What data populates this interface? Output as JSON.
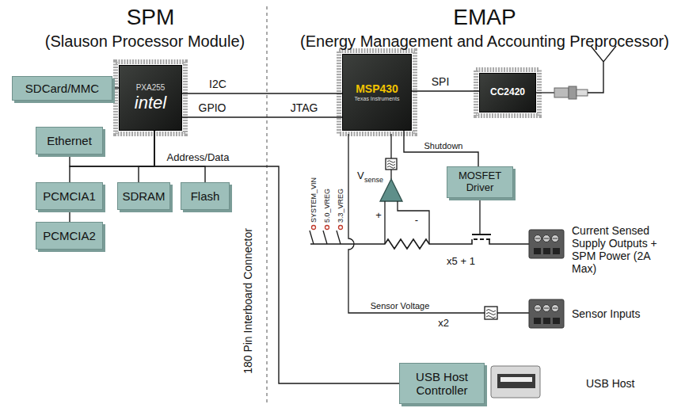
{
  "diagram": {
    "nodes": [
      {
        "text": [
          "SDCard/MMC"
        ]
      },
      {
        "text": [
          "PXA255",
          "intel"
        ]
      },
      {
        "text": [
          "Ethernet"
        ]
      },
      {
        "text": [
          "PCMCIA1"
        ]
      },
      {
        "text": [
          "PCMCIA2"
        ]
      },
      {
        "text": [
          "SDRAM"
        ]
      },
      {
        "text": [
          "Flash"
        ]
      },
      {
        "text": [
          "MSP430",
          "Texas Instruments"
        ]
      },
      {
        "text": [
          "CC2420"
        ]
      },
      {
        "text": [
          "MOSFET Driver"
        ]
      },
      {
        "text": [
          "USB Host Controller"
        ]
      }
    ],
    "edges": [
      {
        "from": 0,
        "to": 1,
        "arrow": "none"
      },
      {
        "from": 1,
        "to": 7,
        "label": "I2C",
        "arrow": "none"
      },
      {
        "from": 1,
        "to": 7,
        "label": "GPIO",
        "arrow": "none"
      },
      {
        "from": 7,
        "to": 8,
        "label": "SPI",
        "arrow": "none"
      },
      {
        "from": 7,
        "to": 9,
        "label": "Shutdown",
        "arrow": "none"
      },
      {
        "from": 1,
        "to": 2,
        "arrow": "none"
      },
      {
        "from": 1,
        "to": 3,
        "arrow": "none"
      },
      {
        "from": 3,
        "to": 4,
        "arrow": "none"
      },
      {
        "from": 1,
        "to": 5,
        "arrow": "none"
      },
      {
        "from": 1,
        "to": 6,
        "arrow": "none"
      },
      {
        "from": 1,
        "to": 10,
        "label": "Address/Data",
        "arrow": "none"
      }
    ],
    "labels": [
      "SPM",
      "(Slauson Processor Module)",
      "EMAP",
      "(Energy Management and Accounting Preprocessor)",
      "JTAG",
      "SYSTEM_VIN",
      "5.0_VREG",
      "3.3_VREG",
      "V",
      "sense",
      "+",
      "-",
      "x5 + 1",
      "Current Sensed Supply Outputs + SPM Power (2A Max)",
      "Sensor Voltage",
      "x2",
      "Sensor Inputs",
      "180 Pin Interboard Connector",
      "USB Host"
    ]
  }
}
